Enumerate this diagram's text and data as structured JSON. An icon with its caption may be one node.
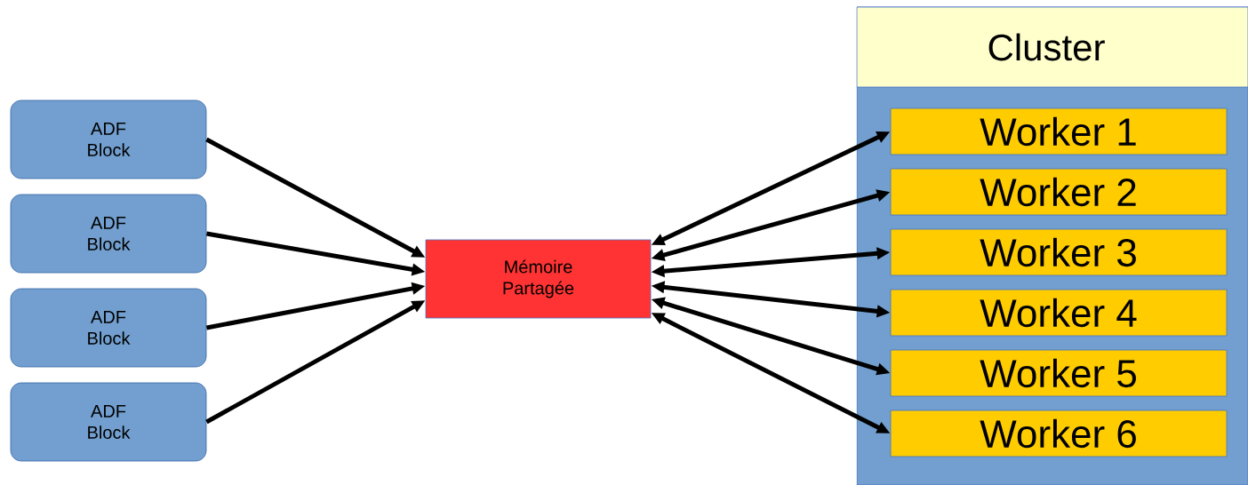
{
  "diagram": {
    "nodes": [
      {
        "text": [
          "ADF Block"
        ]
      },
      {
        "text": [
          "ADF Block"
        ]
      },
      {
        "text": [
          "ADF Block"
        ]
      },
      {
        "text": [
          "ADF Block"
        ]
      },
      {
        "text": [
          "Mémoire Partagée"
        ]
      },
      {
        "text": [
          "Cluster"
        ]
      },
      {
        "text": [
          "Worker 1"
        ],
        "in": 5
      },
      {
        "text": [
          "Worker 2"
        ],
        "in": 5
      },
      {
        "text": [
          "Worker 3"
        ],
        "in": 5
      },
      {
        "text": [
          "Worker 4"
        ],
        "in": 5
      },
      {
        "text": [
          "Worker 5"
        ],
        "in": 5
      },
      {
        "text": [
          "Worker 6"
        ],
        "in": 5
      }
    ],
    "edges": [
      {
        "from": 0,
        "to": 4,
        "arrow": "to"
      },
      {
        "from": 1,
        "to": 4,
        "arrow": "to"
      },
      {
        "from": 2,
        "to": 4,
        "arrow": "to"
      },
      {
        "from": 3,
        "to": 4,
        "arrow": "to"
      },
      {
        "from": 4,
        "to": 6,
        "arrow": "both"
      },
      {
        "from": 4,
        "to": 7,
        "arrow": "both"
      },
      {
        "from": 4,
        "to": 8,
        "arrow": "both"
      },
      {
        "from": 4,
        "to": 9,
        "arrow": "both"
      },
      {
        "from": 4,
        "to": 10,
        "arrow": "both"
      },
      {
        "from": 4,
        "to": 11,
        "arrow": "both"
      }
    ]
  }
}
